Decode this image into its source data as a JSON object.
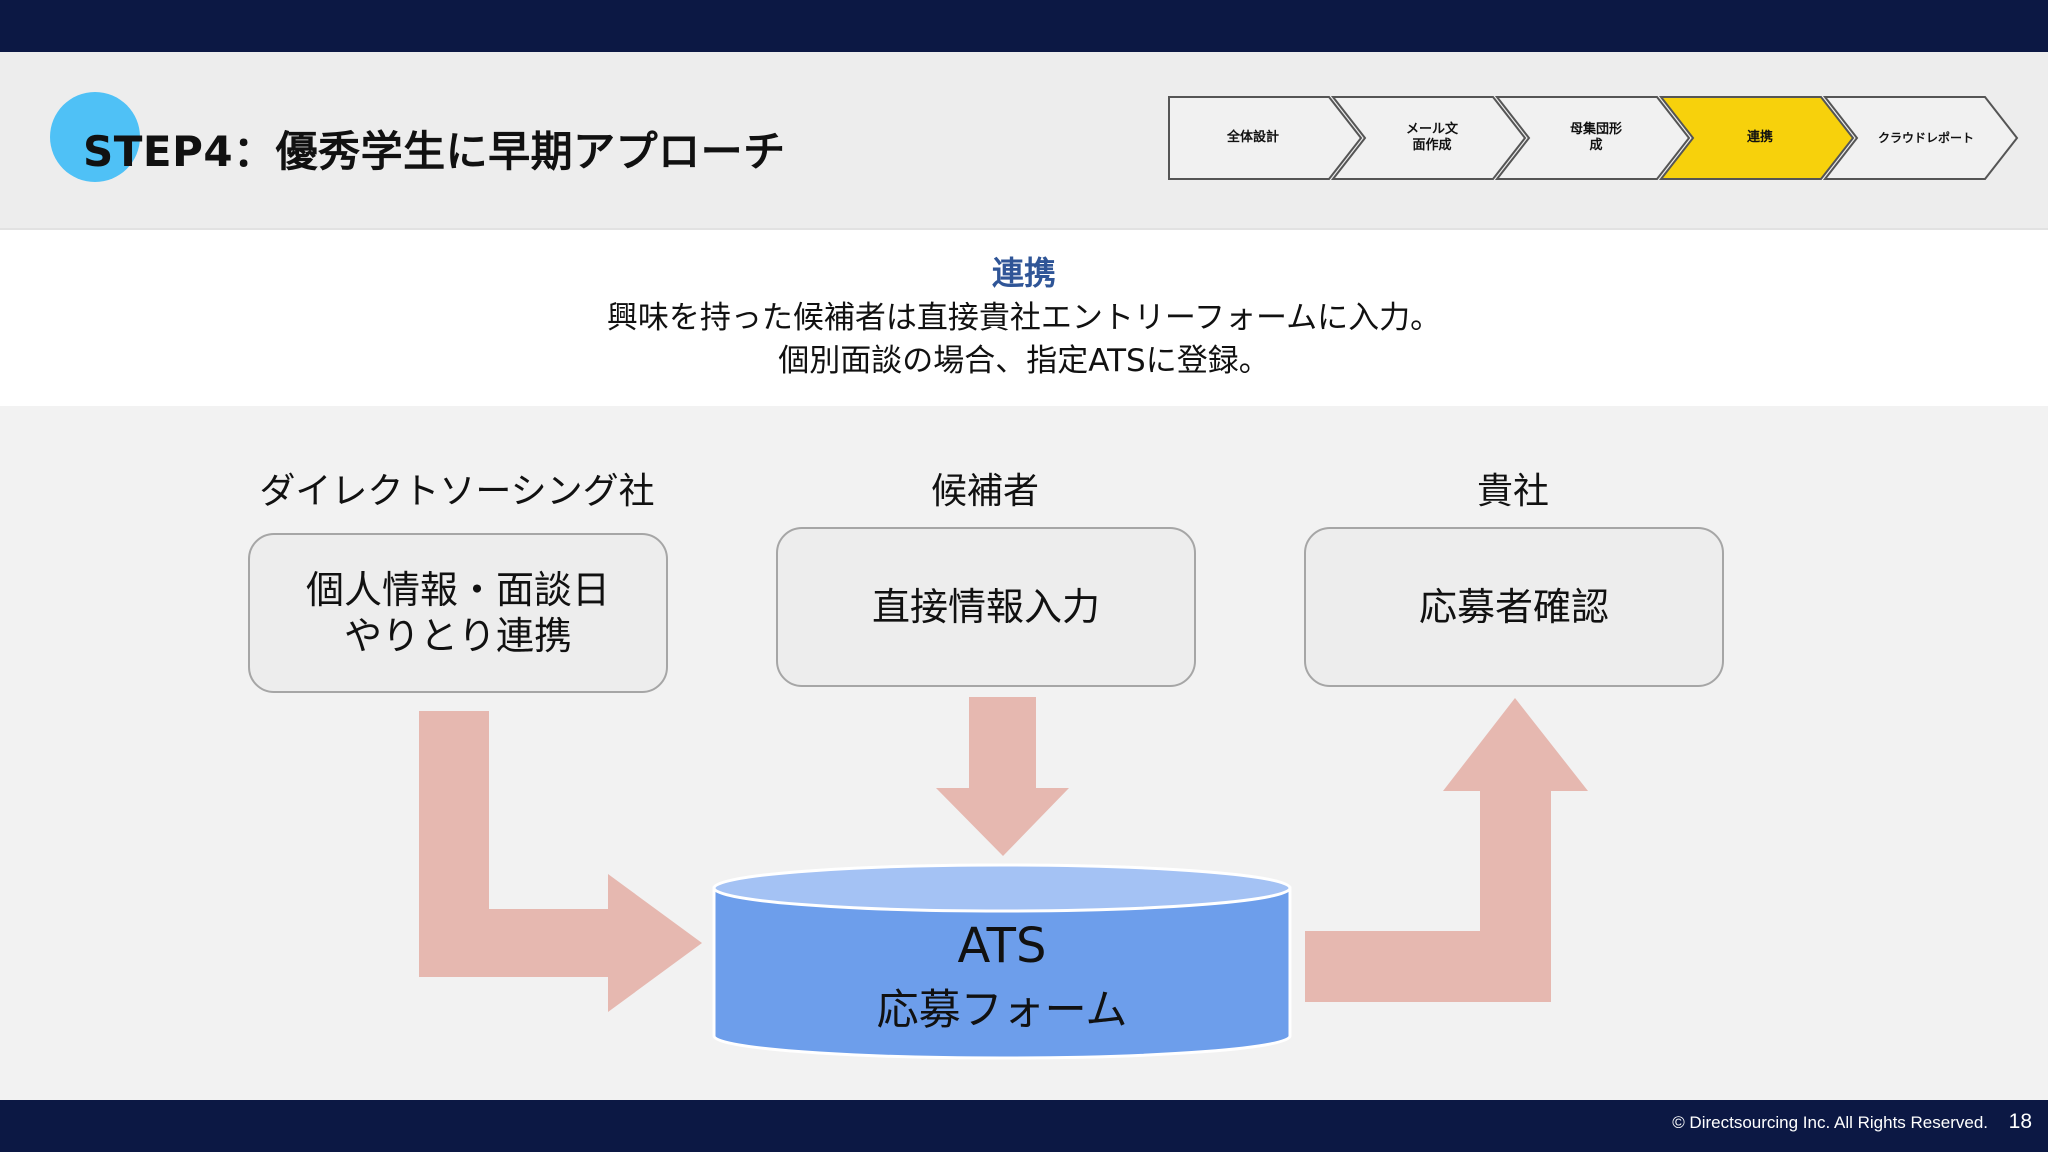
{
  "header": {
    "title": "STEP4：優秀学生に早期アプローチ",
    "accent_circle_color": "#4fc1f6"
  },
  "steps": {
    "active_color": "#f7d10c",
    "inactive_color": "#f1f1f1",
    "items": [
      {
        "label": "全体設計",
        "active": false
      },
      {
        "label": "メール文\n面作成",
        "active": false
      },
      {
        "label": "母集団形\n成",
        "active": false
      },
      {
        "label": "連携",
        "active": true
      },
      {
        "label": "クラウドレポート",
        "active": false
      }
    ]
  },
  "summary": {
    "heading": "連携",
    "lines": [
      "興味を持った候補者は直接貴社エントリーフォームに入力。",
      "個別面談の場合、指定ATSに登録。"
    ]
  },
  "diagram": {
    "columns": [
      {
        "header": "ダイレクトソーシング社",
        "box": "個人情報・面談日\nやりとり連携"
      },
      {
        "header": "候補者",
        "box": "直接情報入力"
      },
      {
        "header": "貴社",
        "box": "応募者確認"
      }
    ],
    "database": {
      "title": "ATS",
      "subtitle": "応募フォーム",
      "color": "#6d9eeb",
      "top_color": "#a4c2f4"
    },
    "arrow_color": "#e6b8b0"
  },
  "footer": {
    "copyright": "© Directsourcing Inc. All Rights Reserved.",
    "page_number": "18"
  }
}
